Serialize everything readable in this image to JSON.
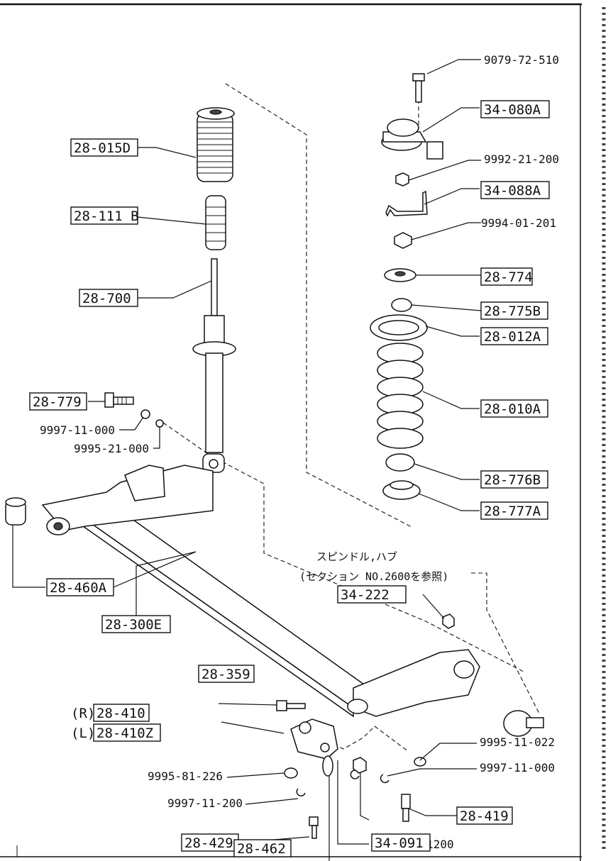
{
  "parts": {
    "p9079": "9079-72-510",
    "p34080A": "34-080A",
    "p9992": "9992-21-200",
    "p34088A": "34-088A",
    "p9994": "9994-01-201",
    "p28774": "28-774",
    "p28775B": "28-775B",
    "p28012A": "28-012A",
    "p28010A": "28-010A",
    "p28776B": "28-776B",
    "p28777A": "28-777A",
    "p28015D": "28-015D",
    "p28111B": "28-111 B",
    "p28700": "28-700",
    "p28779": "28-779",
    "p9997_11_000a": "9997-11-000",
    "p9995_21_000": "9995-21-000",
    "p28460A": "28-460A",
    "p28300E": "28-300E",
    "p34222": "34-222",
    "p28359": "28-359",
    "p28410R_prefix": "(R)",
    "p28410R": "28-410",
    "p28410L_prefix": "(L)",
    "p28410Z": "28-410Z",
    "p9995_11_022": "9995-11-022",
    "p9997_11_000b": "9997-11-000",
    "p28419": "28-419",
    "p9995_81_226": "9995-81-226",
    "p9997_11_200": "9997-11-200",
    "p28429": "28-429",
    "p34091": "34-091",
    "p28462": "28-462",
    "p9997_11_1200": "9997-11-1200"
  },
  "note": {
    "line1": "スピンドル,ハブ",
    "line2": "(セクション NO.2600を参照)"
  }
}
